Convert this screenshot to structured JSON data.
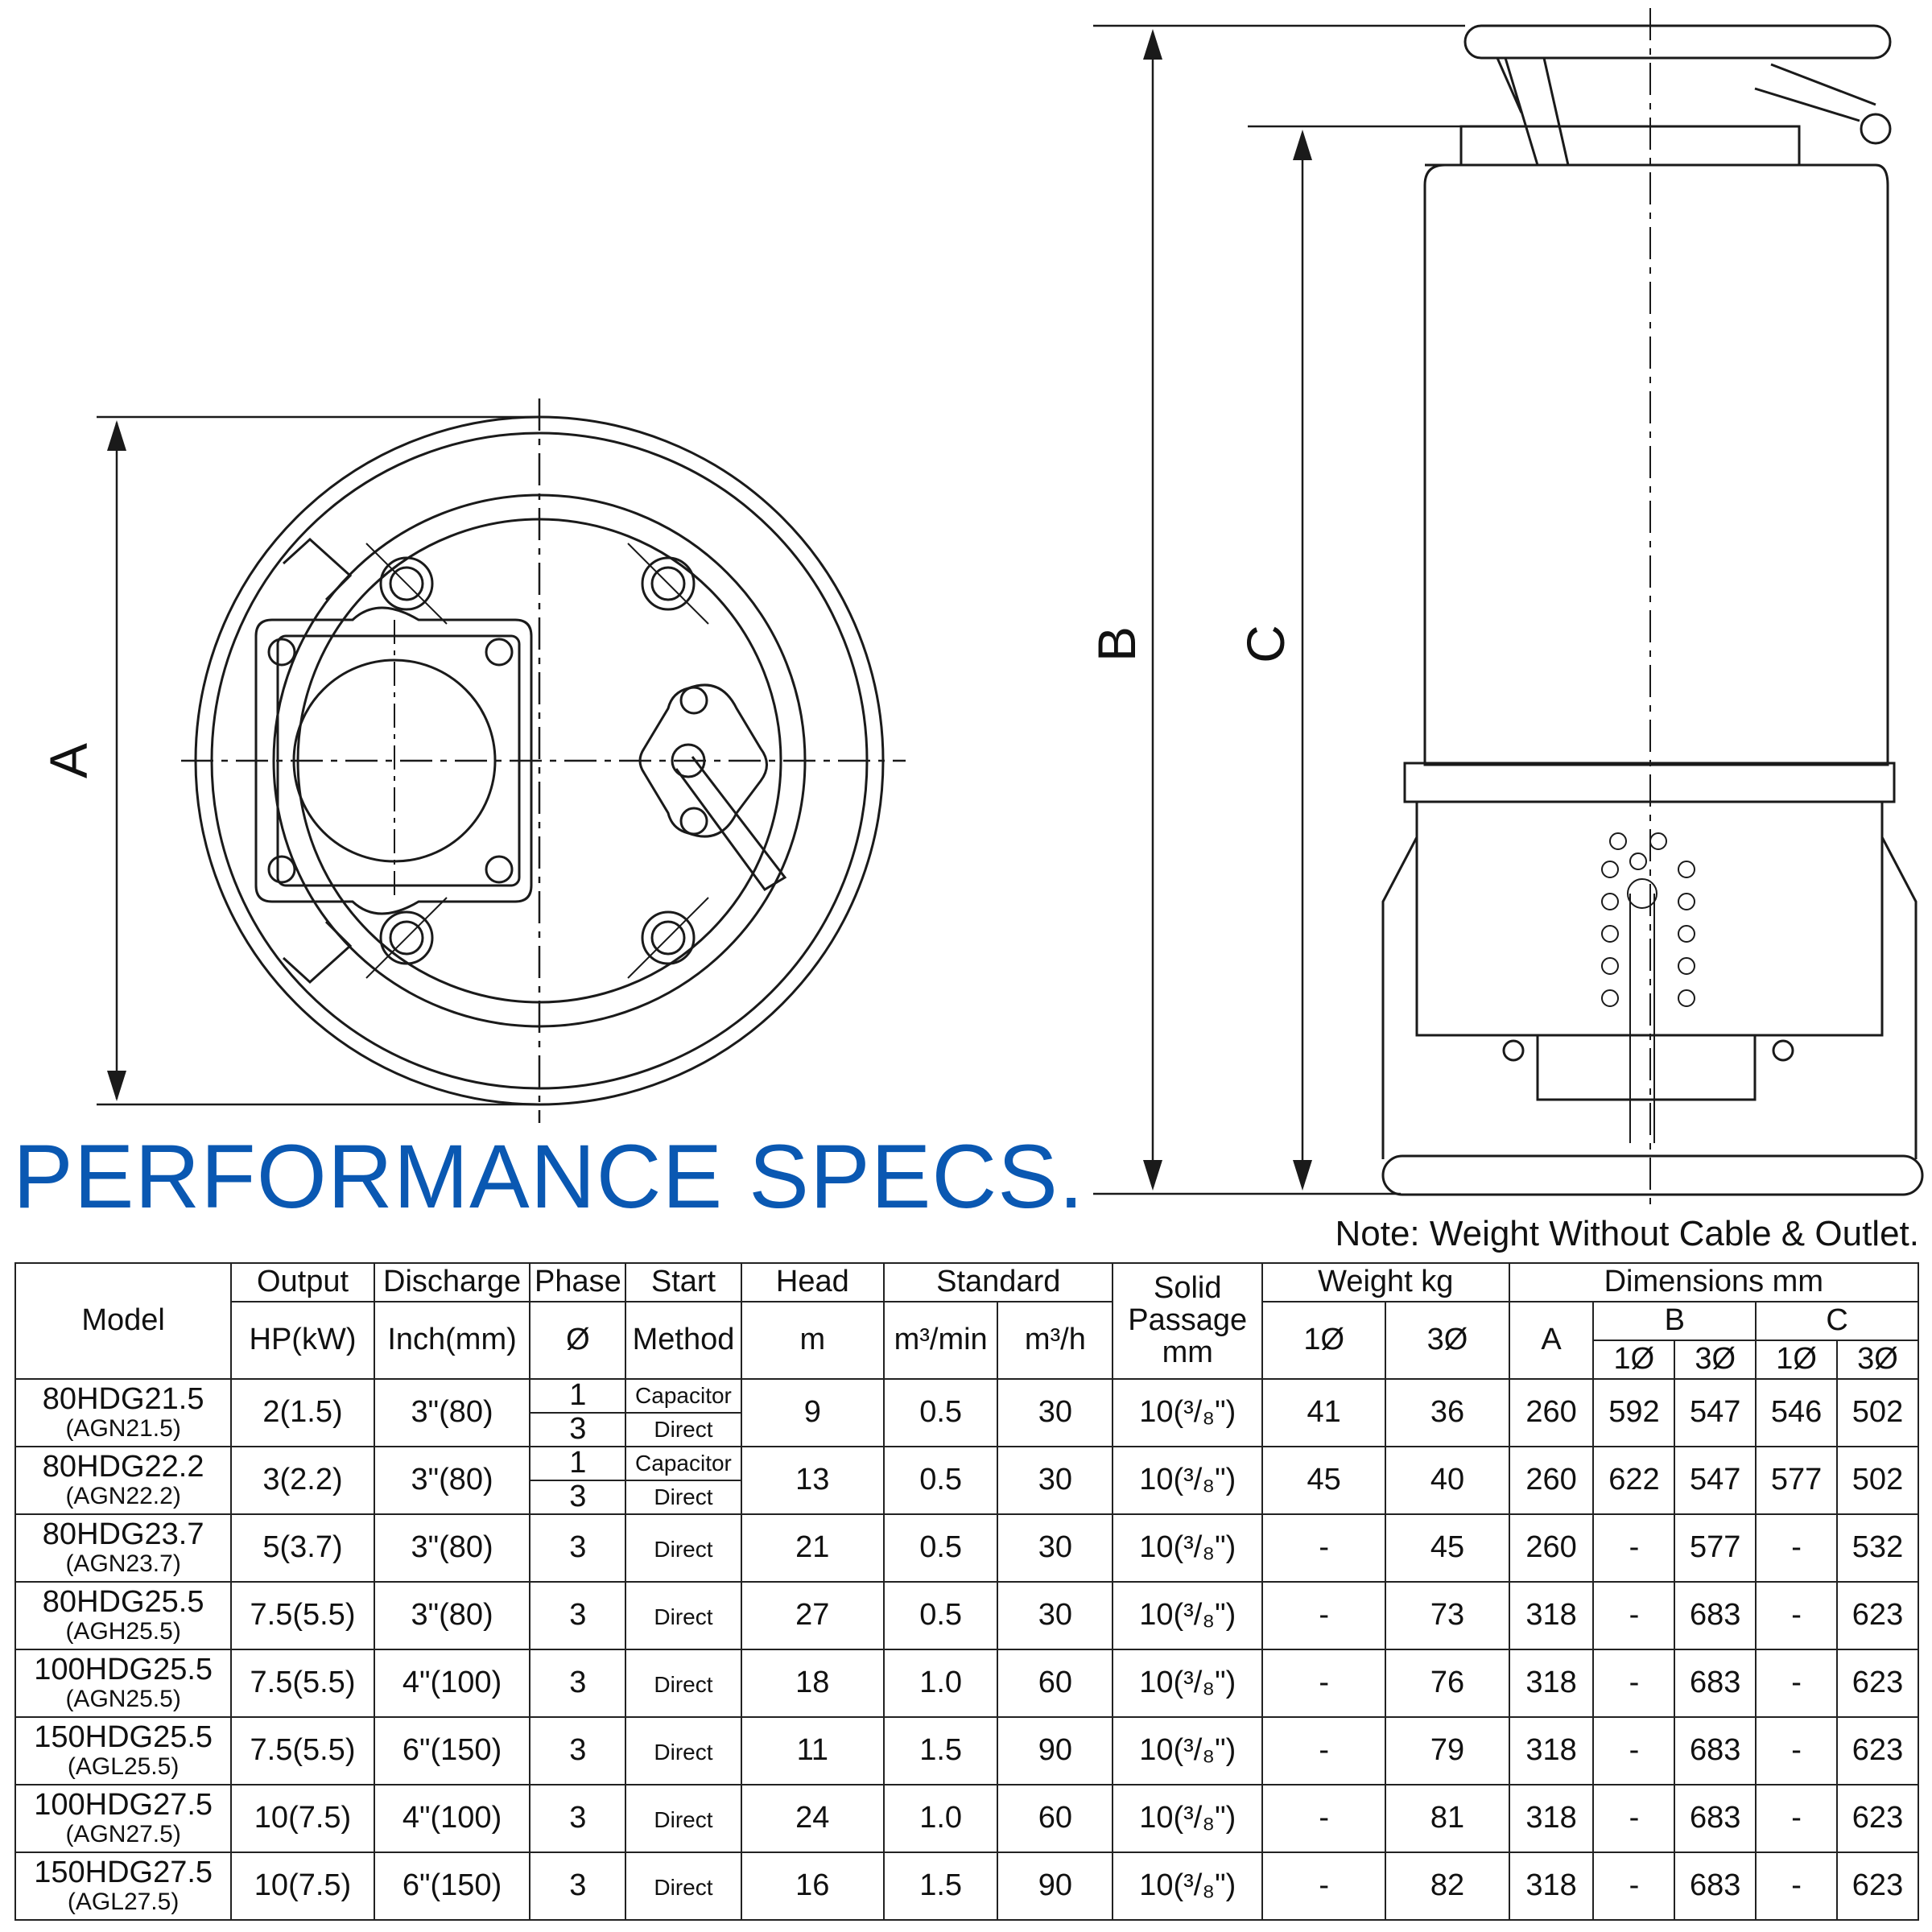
{
  "drawing": {
    "labels": {
      "a": "A",
      "b": "B",
      "c": "C"
    }
  },
  "title": "PERFORMANCE SPECS.",
  "note": "Note: Weight Without Cable & Outlet.",
  "table": {
    "headers": {
      "model": "Model",
      "output_top": "Output",
      "output_bottom": "HP(kW)",
      "discharge_top": "Discharge",
      "discharge_bottom": "Inch(mm)",
      "phase_top": "Phase",
      "phase_bottom": "Ø",
      "start_top": "Start",
      "start_bottom": "Method",
      "head_top": "Head",
      "head_bottom": "m",
      "standard": "Standard",
      "standard_m3min": "m³/min",
      "standard_m3h": "m³/h",
      "solid_line1": "Solid",
      "solid_line2": "Passage",
      "solid_line3": "mm",
      "weight": "Weight kg",
      "weight_1": "1Ø",
      "weight_3": "3Ø",
      "dimensions": "Dimensions mm",
      "dim_a": "A",
      "dim_b": "B",
      "dim_c": "C",
      "dim_b1": "1Ø",
      "dim_b3": "3Ø",
      "dim_c1": "1Ø",
      "dim_c3": "3Ø"
    },
    "rows": [
      {
        "model": "80HDG21.5",
        "alias": "(AGN21.5)",
        "output": "2(1.5)",
        "discharge": "3\"(80)",
        "phase": [
          "1",
          "3"
        ],
        "start": [
          "Capacitor",
          "Direct"
        ],
        "head": "9",
        "m3min": "0.5",
        "m3h": "30",
        "solid": "10(³/₈\")",
        "w1": "41",
        "w3": "36",
        "a": "260",
        "b1": "592",
        "b3": "547",
        "c1": "546",
        "c3": "502"
      },
      {
        "model": "80HDG22.2",
        "alias": "(AGN22.2)",
        "output": "3(2.2)",
        "discharge": "3\"(80)",
        "phase": [
          "1",
          "3"
        ],
        "start": [
          "Capacitor",
          "Direct"
        ],
        "head": "13",
        "m3min": "0.5",
        "m3h": "30",
        "solid": "10(³/₈\")",
        "w1": "45",
        "w3": "40",
        "a": "260",
        "b1": "622",
        "b3": "547",
        "c1": "577",
        "c3": "502"
      },
      {
        "model": "80HDG23.7",
        "alias": "(AGN23.7)",
        "output": "5(3.7)",
        "discharge": "3\"(80)",
        "phase": [
          "3"
        ],
        "start": [
          "Direct"
        ],
        "head": "21",
        "m3min": "0.5",
        "m3h": "30",
        "solid": "10(³/₈\")",
        "w1": "-",
        "w3": "45",
        "a": "260",
        "b1": "-",
        "b3": "577",
        "c1": "-",
        "c3": "532"
      },
      {
        "model": "80HDG25.5",
        "alias": "(AGH25.5)",
        "output": "7.5(5.5)",
        "discharge": "3\"(80)",
        "phase": [
          "3"
        ],
        "start": [
          "Direct"
        ],
        "head": "27",
        "m3min": "0.5",
        "m3h": "30",
        "solid": "10(³/₈\")",
        "w1": "-",
        "w3": "73",
        "a": "318",
        "b1": "-",
        "b3": "683",
        "c1": "-",
        "c3": "623"
      },
      {
        "model": "100HDG25.5",
        "alias": "(AGN25.5)",
        "output": "7.5(5.5)",
        "discharge": "4\"(100)",
        "phase": [
          "3"
        ],
        "start": [
          "Direct"
        ],
        "head": "18",
        "m3min": "1.0",
        "m3h": "60",
        "solid": "10(³/₈\")",
        "w1": "-",
        "w3": "76",
        "a": "318",
        "b1": "-",
        "b3": "683",
        "c1": "-",
        "c3": "623"
      },
      {
        "model": "150HDG25.5",
        "alias": "(AGL25.5)",
        "output": "7.5(5.5)",
        "discharge": "6\"(150)",
        "phase": [
          "3"
        ],
        "start": [
          "Direct"
        ],
        "head": "11",
        "m3min": "1.5",
        "m3h": "90",
        "solid": "10(³/₈\")",
        "w1": "-",
        "w3": "79",
        "a": "318",
        "b1": "-",
        "b3": "683",
        "c1": "-",
        "c3": "623"
      },
      {
        "model": "100HDG27.5",
        "alias": "(AGN27.5)",
        "output": "10(7.5)",
        "discharge": "4\"(100)",
        "phase": [
          "3"
        ],
        "start": [
          "Direct"
        ],
        "head": "24",
        "m3min": "1.0",
        "m3h": "60",
        "solid": "10(³/₈\")",
        "w1": "-",
        "w3": "81",
        "a": "318",
        "b1": "-",
        "b3": "683",
        "c1": "-",
        "c3": "623"
      },
      {
        "model": "150HDG27.5",
        "alias": "(AGL27.5)",
        "output": "10(7.5)",
        "discharge": "6\"(150)",
        "phase": [
          "3"
        ],
        "start": [
          "Direct"
        ],
        "head": "16",
        "m3min": "1.5",
        "m3h": "90",
        "solid": "10(³/₈\")",
        "w1": "-",
        "w3": "82",
        "a": "318",
        "b1": "-",
        "b3": "683",
        "c1": "-",
        "c3": "623"
      }
    ]
  }
}
